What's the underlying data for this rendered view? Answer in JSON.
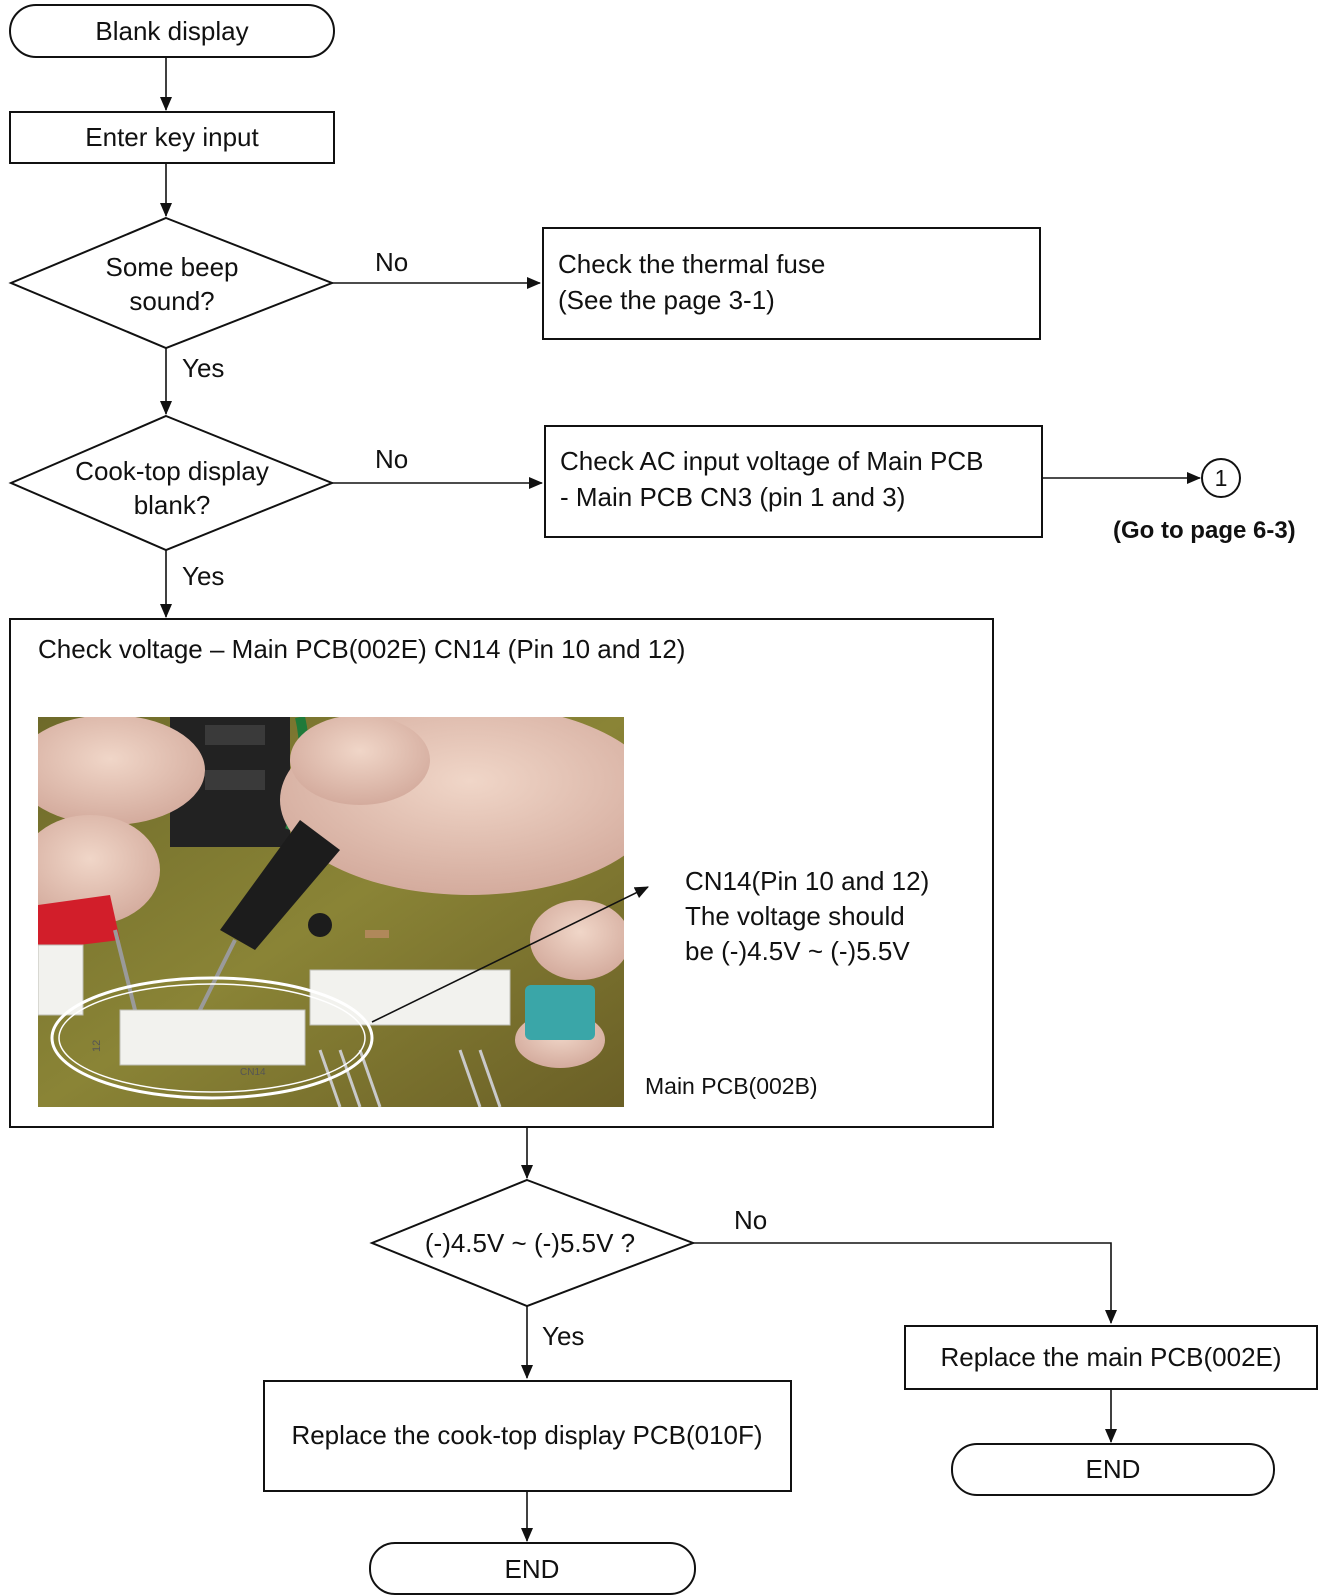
{
  "start": {
    "label": "Blank display"
  },
  "enter_key": {
    "label": "Enter key input"
  },
  "beep_decision": {
    "line1": "Some beep",
    "line2": "sound?"
  },
  "thermal_fuse": {
    "line1": "Check the thermal fuse",
    "line2": "(See the page 3-1)"
  },
  "cooktop_decision": {
    "line1": "Cook-top display",
    "line2": "blank?"
  },
  "ac_input": {
    "line1": "Check AC input voltage  of Main PCB",
    "line2": "- Main PCB CN3 (pin 1 and 3)"
  },
  "connector": {
    "number": "1",
    "goto": "(Go to page 6-3)"
  },
  "check_voltage": {
    "title": "Check voltage – Main PCB(002E) CN14 (Pin 10 and 12)",
    "callout_line1": "CN14(Pin 10 and 12)",
    "callout_line2": "The voltage should",
    "callout_line3": "be (-)4.5V ~ (-)5.5V",
    "board_label": "Main PCB(002B)",
    "photo_marks": {
      "pin12": "12",
      "cn14": "CN14"
    }
  },
  "voltage_decision": {
    "label": "(-)4.5V ~ (-)5.5V ?"
  },
  "replace_display": {
    "label": "Replace the cook-top display PCB(010F)"
  },
  "replace_main": {
    "label": "Replace the main PCB(002E)"
  },
  "end_left": {
    "label": "END"
  },
  "end_right": {
    "label": "END"
  },
  "branch_labels": {
    "no": "No",
    "yes": "Yes"
  },
  "colors": {
    "line": "#111111",
    "pcb_green": "#7a7a2e",
    "skin": "#e8c8b8",
    "probe_red": "#d21e2a",
    "probe_black": "#1c1c1c",
    "connector_white": "#f2f2ee",
    "teal_part": "#3aa6a8"
  }
}
